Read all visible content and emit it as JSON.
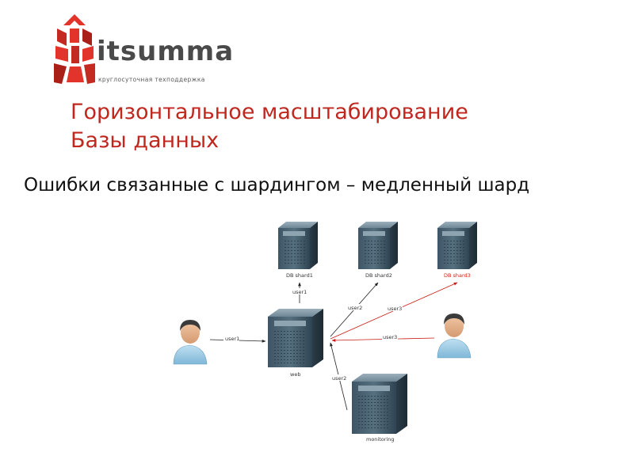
{
  "logo": {
    "wordmark": "itsumma",
    "tagline": "круглосуточная техподдержка"
  },
  "title": {
    "line1": "Горизонтальное масштабирование",
    "line2": "Базы данных"
  },
  "subtitle": "Ошибки связанные с шардингом – медленный шард",
  "colors": {
    "brand_red": "#c0271e",
    "slow_link": "#d11a12"
  },
  "diagram": {
    "nodes": {
      "db_shard1": "DB shard1",
      "db_shard2": "DB shard2",
      "db_shard3": "DB shard3",
      "web": "web",
      "monitoring": "monitoring"
    },
    "edges": {
      "user1_to_web": "user1",
      "web_to_shard1": "user1",
      "web_to_shard2": "user2",
      "web_to_shard3": "user3",
      "user3_to_web": "user3",
      "monitoring_to_web": "user2"
    },
    "slow_node": "DB shard3"
  }
}
